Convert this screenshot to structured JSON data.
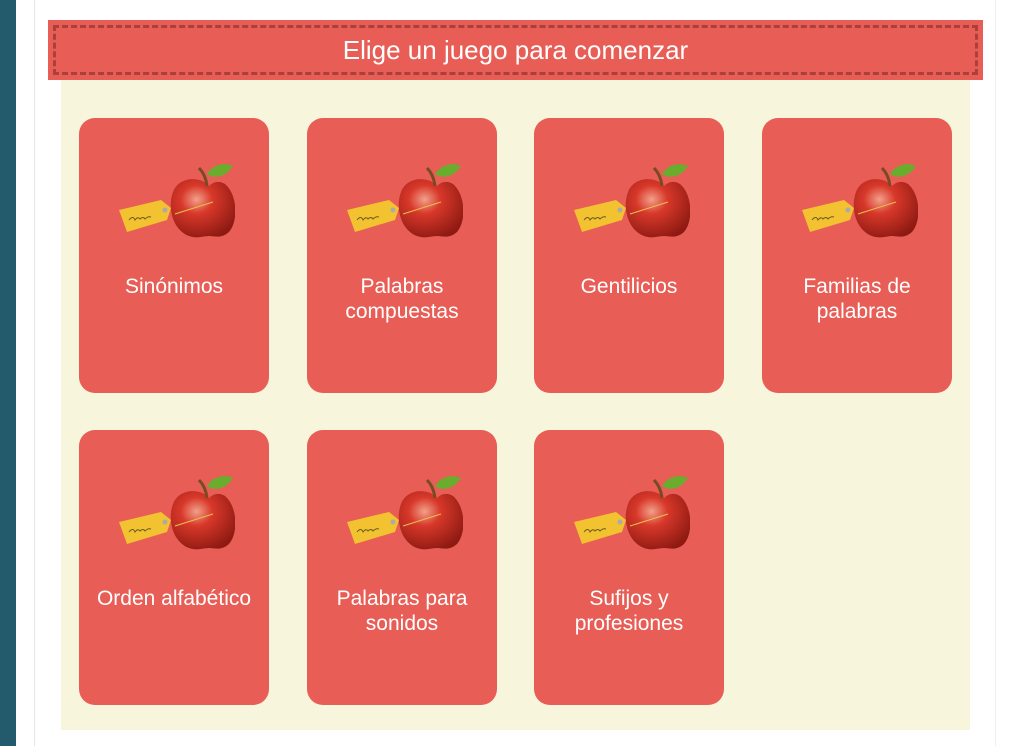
{
  "header": {
    "title": "Elige un juego para comenzar"
  },
  "games": [
    {
      "label": "Sinónimos"
    },
    {
      "label": "Palabras compuestas"
    },
    {
      "label": "Gentilicios"
    },
    {
      "label": "Familias de palabras"
    },
    {
      "label": "Orden alfabético"
    },
    {
      "label": "Palabras para sonidos"
    },
    {
      "label": "Sufijos y profesiones"
    }
  ],
  "colors": {
    "accent": "#e85d55",
    "panel": "#f7f5dc",
    "sidebar": "#235a6c"
  }
}
